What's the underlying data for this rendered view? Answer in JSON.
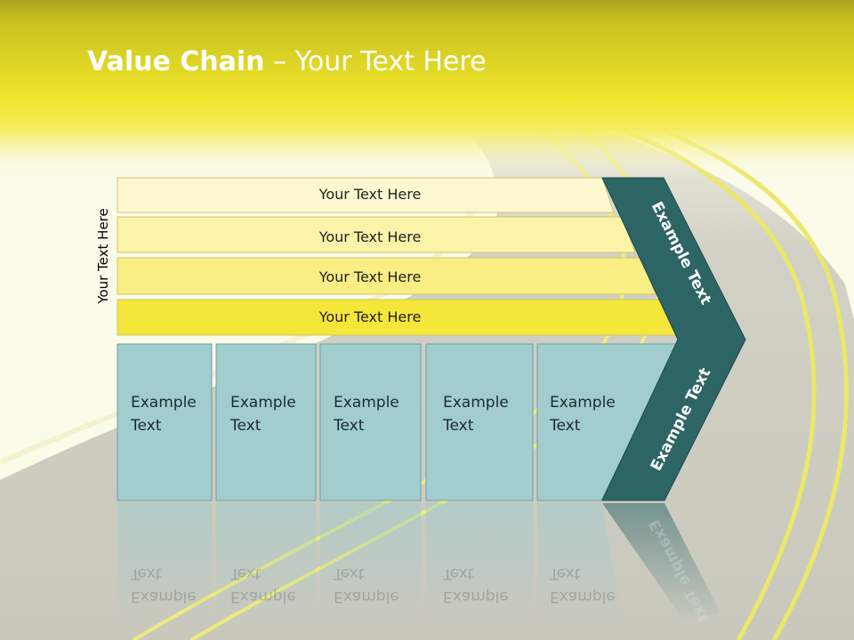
{
  "slide": {
    "title_bold": "Value Chain",
    "title_rest": " – Your Text Here",
    "side_label": "Your Text Here"
  },
  "bars": [
    {
      "label": "Your Text Here"
    },
    {
      "label": "Your Text Here"
    },
    {
      "label": "Your Text Here"
    },
    {
      "label": "Your Text Here"
    }
  ],
  "boxes": [
    {
      "label": "Example\nText"
    },
    {
      "label": "Example\nText"
    },
    {
      "label": "Example\nText"
    },
    {
      "label": "Example\nText"
    },
    {
      "label": "Example\nText"
    }
  ],
  "chevron": {
    "upper_label": "Example Text",
    "lower_label": "Example Text",
    "reflection_label": "Example Text"
  },
  "colors": {
    "header_yellow": "#efe52a",
    "header_dark": "#b2a81a",
    "bar_fills": [
      "#fdf8d0",
      "#fbf3a8",
      "#f8ee83",
      "#f5e63a"
    ],
    "box_fill": "#a1cdcf",
    "chevron_fill": "#2d6565",
    "road": "#cfcfc4",
    "road_line": "#f2ee73"
  }
}
